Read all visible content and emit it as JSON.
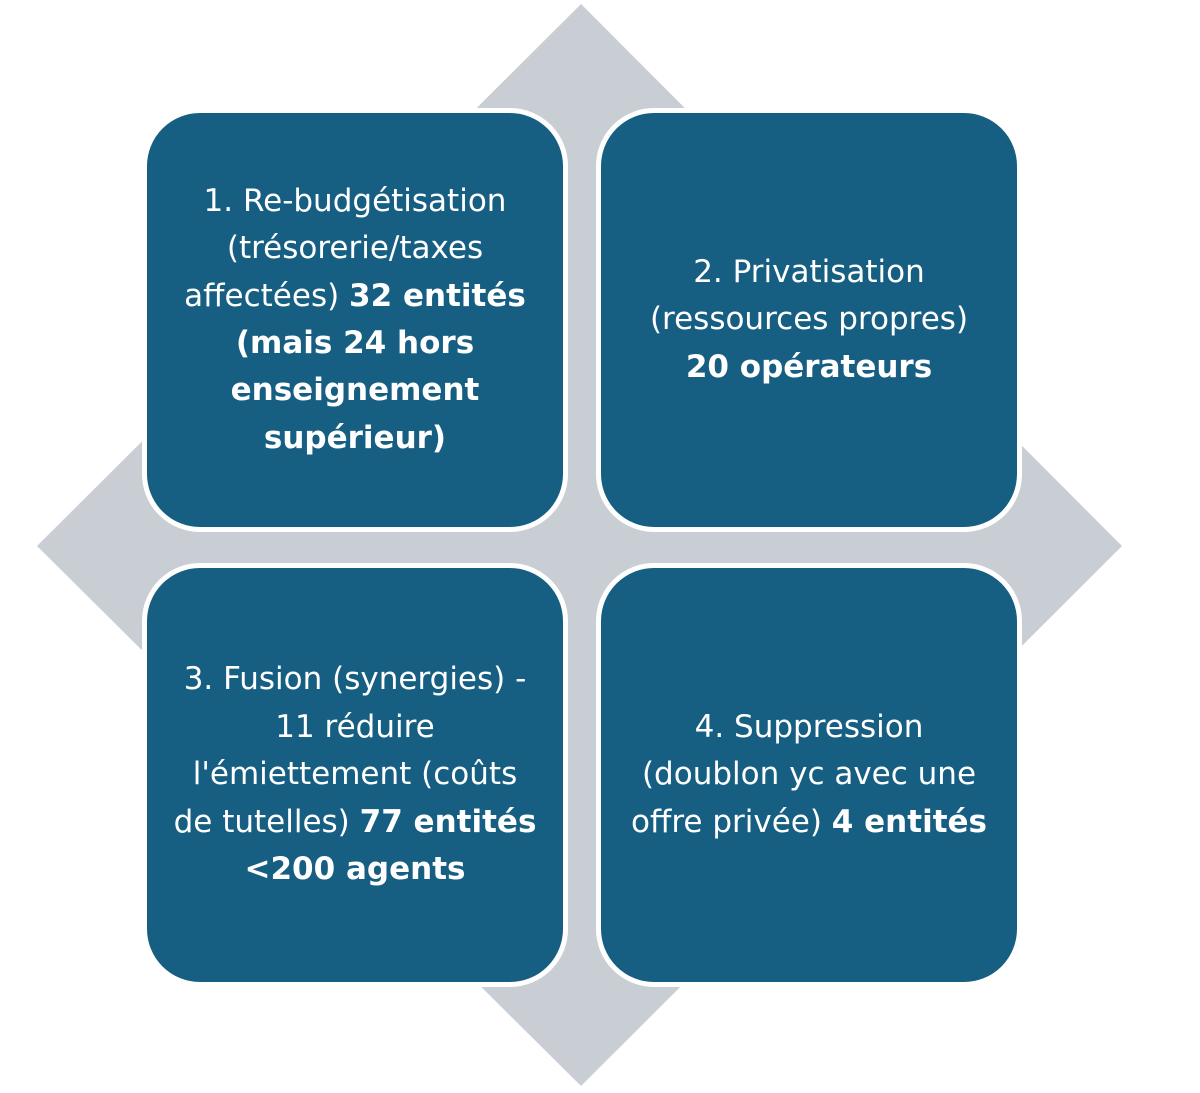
{
  "colors": {
    "box_fill": "#175f82",
    "box_border": "#ffffff",
    "diamond_fill": "#c9ced4",
    "text": "#ffffff"
  },
  "boxes": [
    {
      "regular": "1. Re-budgétisation (trésorerie/taxes affectées) ",
      "bold": "32 entités (mais 24 hors enseignement supérieur)"
    },
    {
      "regular": "2. Privatisation (ressources propres) ",
      "bold": "20 opérateurs"
    },
    {
      "regular": "3. Fusion (synergies) - 11 réduire l'émiettement (coûts de tutelles) ",
      "bold": "77 entités <200 agents"
    },
    {
      "regular": "4. Suppression (doublon yc avec une offre privée) ",
      "bold": "4 entités"
    }
  ]
}
